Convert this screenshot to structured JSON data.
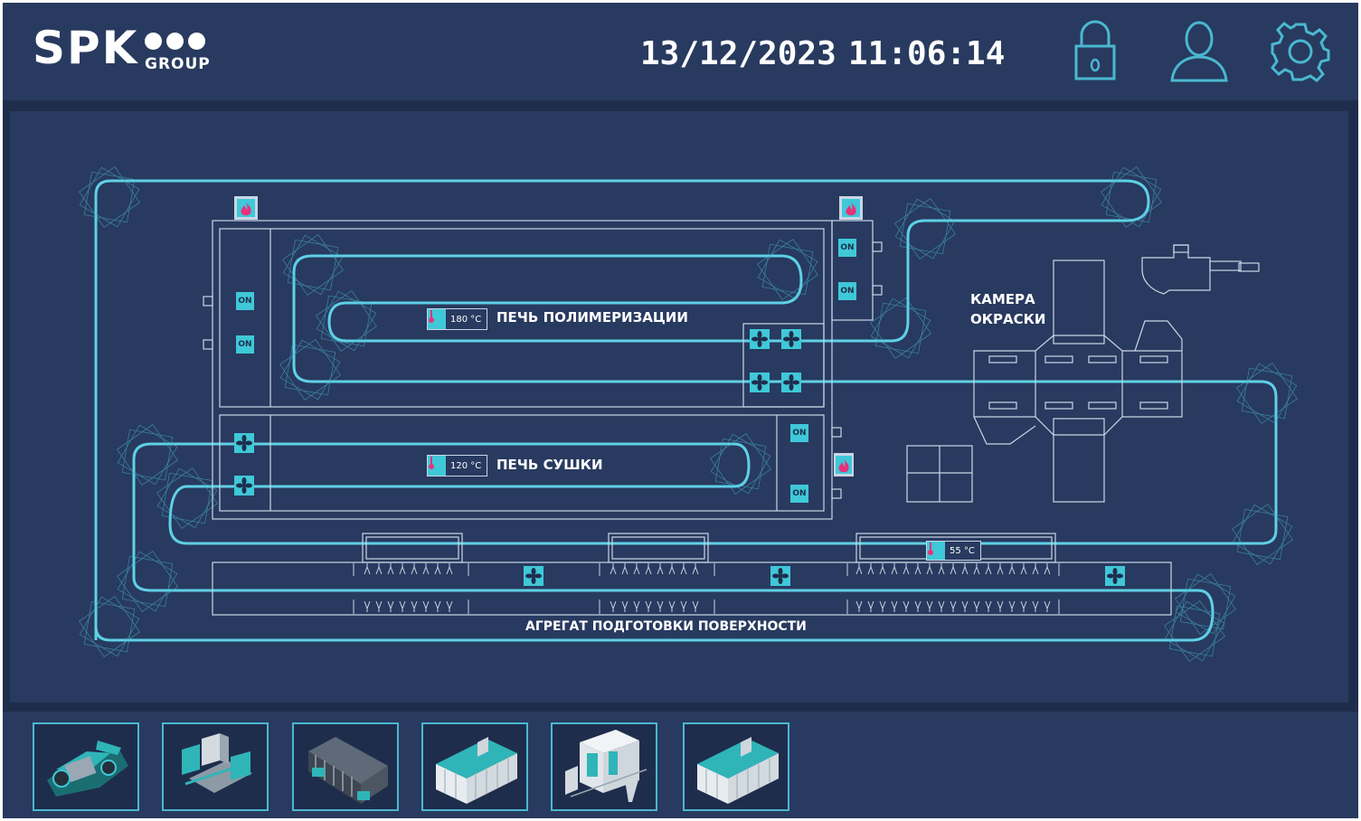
{
  "header": {
    "logo_text": "SPK",
    "logo_sub": "GROUP",
    "date": "13/12/2023",
    "time": "11:06:14",
    "icons": [
      "lock-icon",
      "user-icon",
      "gear-icon"
    ]
  },
  "diagram": {
    "sections": {
      "polymerization_oven": "ПЕЧЬ ПОЛИМЕРИЗАЦИИ",
      "drying_oven": "ПЕЧЬ СУШКИ",
      "paint_booth_line1": "КАМЕРА",
      "paint_booth_line2": "ОКРАСКИ",
      "surface_prep": "АГРЕГАТ ПОДГОТОВКИ ПОВЕРХНОСТИ"
    },
    "temperatures": {
      "polymerization": "180 °C",
      "drying": "120 °C",
      "surface_prep": "55 °C"
    },
    "on_label": "ON"
  },
  "thumbnails": [
    {
      "icon": "conveyor-drive-icon"
    },
    {
      "icon": "control-cabinet-icon"
    },
    {
      "icon": "filter-unit-icon"
    },
    {
      "icon": "spray-tunnel-icon"
    },
    {
      "icon": "paint-booth-icon"
    },
    {
      "icon": "spray-tunnel-icon"
    }
  ],
  "colors": {
    "background": "#283a5f",
    "panel": "#1f2d4c",
    "accent": "#3fc8d8",
    "conveyor": "#5fd0e6",
    "flame": "#e8327a",
    "outline": "#c9d6e6"
  }
}
